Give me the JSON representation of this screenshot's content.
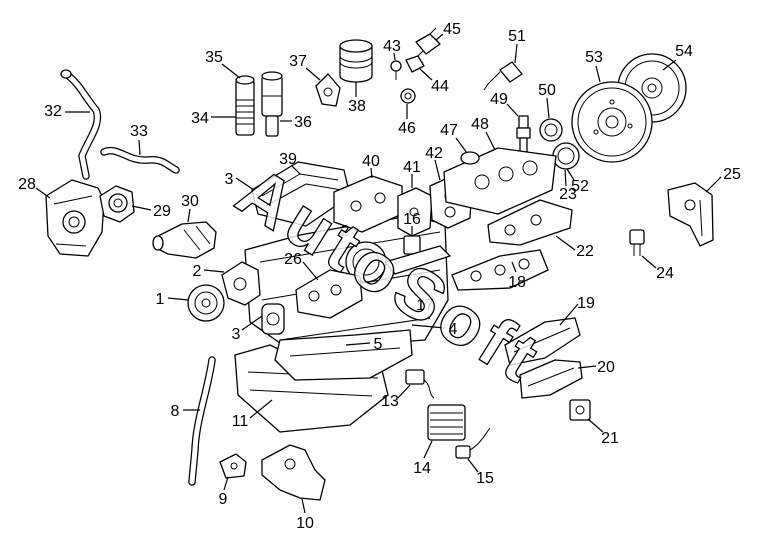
{
  "diagram": {
    "callouts": [
      "1",
      "2",
      "3",
      "3",
      "4",
      "5",
      "8",
      "9",
      "10",
      "11",
      "13",
      "14",
      "15",
      "16",
      "17",
      "18",
      "19",
      "20",
      "21",
      "22",
      "23",
      "24",
      "25",
      "26",
      "2",
      "28",
      "29",
      "30",
      "32",
      "33",
      "34",
      "35",
      "36",
      "37",
      "38",
      "39",
      "40",
      "41",
      "42",
      "43",
      "44",
      "45",
      "46",
      "47",
      "48",
      "49",
      "50",
      "51",
      "52",
      "53",
      "54"
    ],
    "watermark": "AutoSoft"
  },
  "colors": {
    "line": "#000000",
    "background": "#ffffff"
  }
}
